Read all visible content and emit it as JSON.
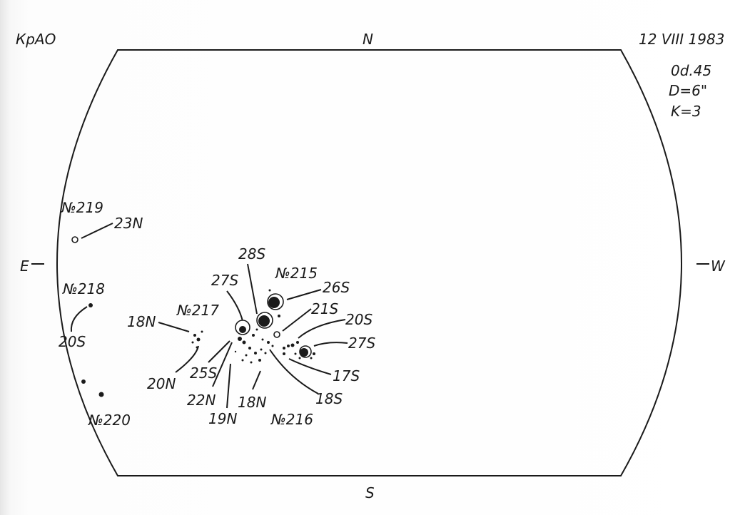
{
  "observatory": "КрАО",
  "date": "12 VIII 1983",
  "time": "0d.45",
  "diameter": "D=6\"",
  "quality": "K=3",
  "directions": {
    "north": "N",
    "south": "S",
    "east": "E",
    "west": "W"
  },
  "groups": [
    {
      "number": "№219",
      "latitudes": [
        "23N"
      ]
    },
    {
      "number": "№218",
      "latitudes": [
        "20S"
      ]
    },
    {
      "number": "№220",
      "latitudes": []
    },
    {
      "number": "№217",
      "latitudes": [
        "18N",
        "20N"
      ]
    },
    {
      "number": "№215",
      "latitudes": [
        "28S",
        "27S",
        "26S",
        "21S",
        "20S",
        "27S",
        "17S",
        "18S",
        "25S"
      ]
    },
    {
      "number": "№216",
      "latitudes": [
        "22N",
        "19N",
        "18N"
      ]
    }
  ]
}
